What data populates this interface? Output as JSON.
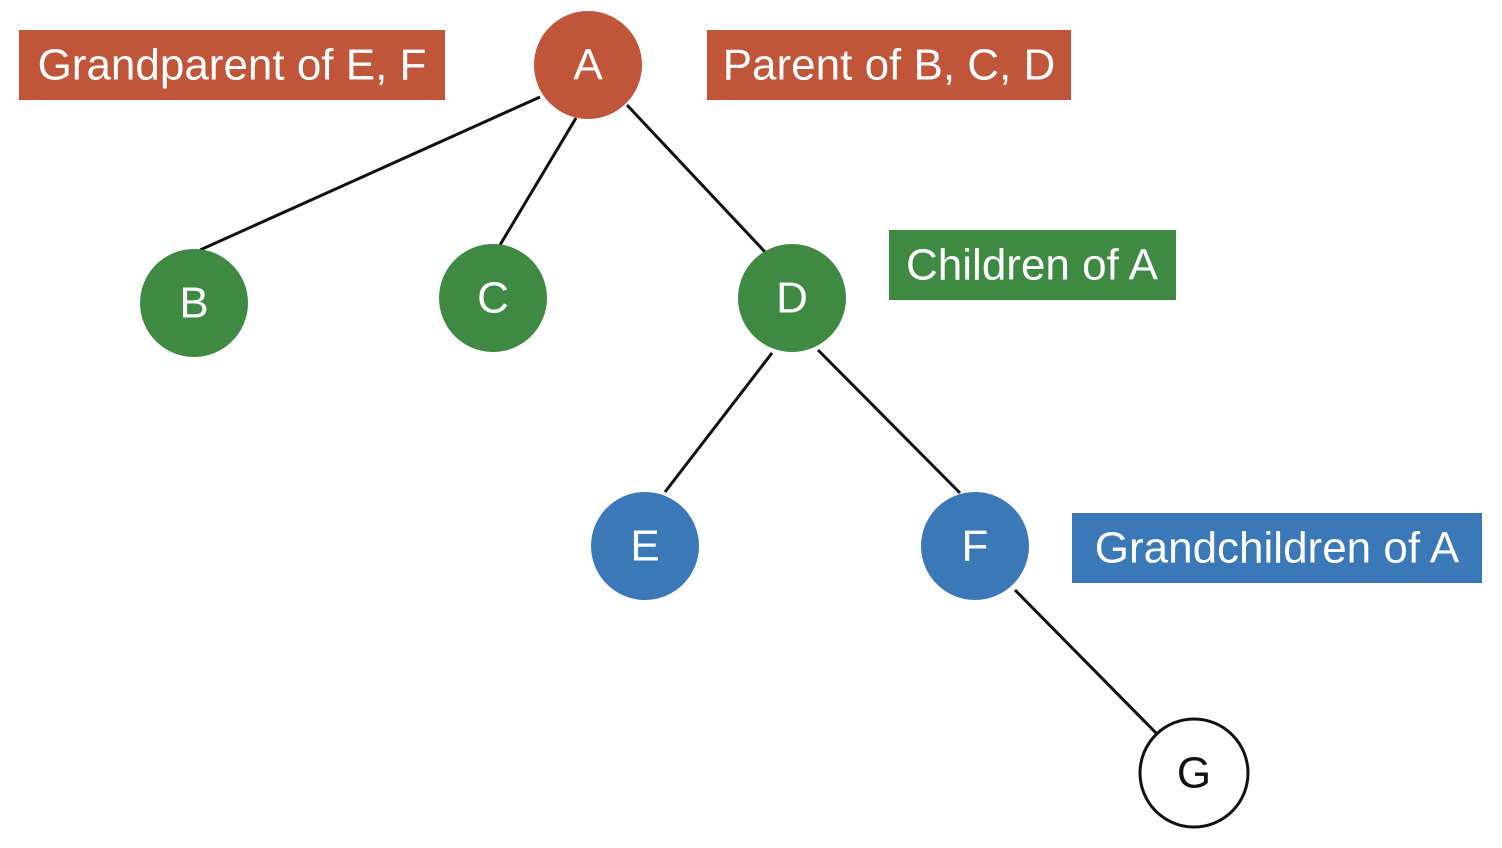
{
  "colors": {
    "red": "#c0553a",
    "green": "#3e8a42",
    "blue": "#3b78b7",
    "edge": "#111111",
    "white": "#ffffff"
  },
  "nodes": {
    "a": {
      "label": "A",
      "color": "#c0553a"
    },
    "b": {
      "label": "B",
      "color": "#3e8a42"
    },
    "c": {
      "label": "C",
      "color": "#3e8a42"
    },
    "d": {
      "label": "D",
      "color": "#3e8a42"
    },
    "e": {
      "label": "E",
      "color": "#3b78b7"
    },
    "f": {
      "label": "F",
      "color": "#3b78b7"
    },
    "g": {
      "label": "G",
      "color": "#ffffff"
    }
  },
  "edges": [
    {
      "from": "A",
      "to": "B"
    },
    {
      "from": "A",
      "to": "C"
    },
    {
      "from": "A",
      "to": "D"
    },
    {
      "from": "D",
      "to": "E"
    },
    {
      "from": "D",
      "to": "F"
    },
    {
      "from": "F",
      "to": "G"
    }
  ],
  "tags": {
    "grandparent": {
      "text": "Grandparent of E, F",
      "color": "#c0553a"
    },
    "parent": {
      "text": "Parent of B, C, D",
      "color": "#c0553a"
    },
    "children": {
      "text": "Children of A",
      "color": "#3e8a42"
    },
    "grandchildren": {
      "text": "Grandchildren of A",
      "color": "#3b78b7"
    }
  }
}
